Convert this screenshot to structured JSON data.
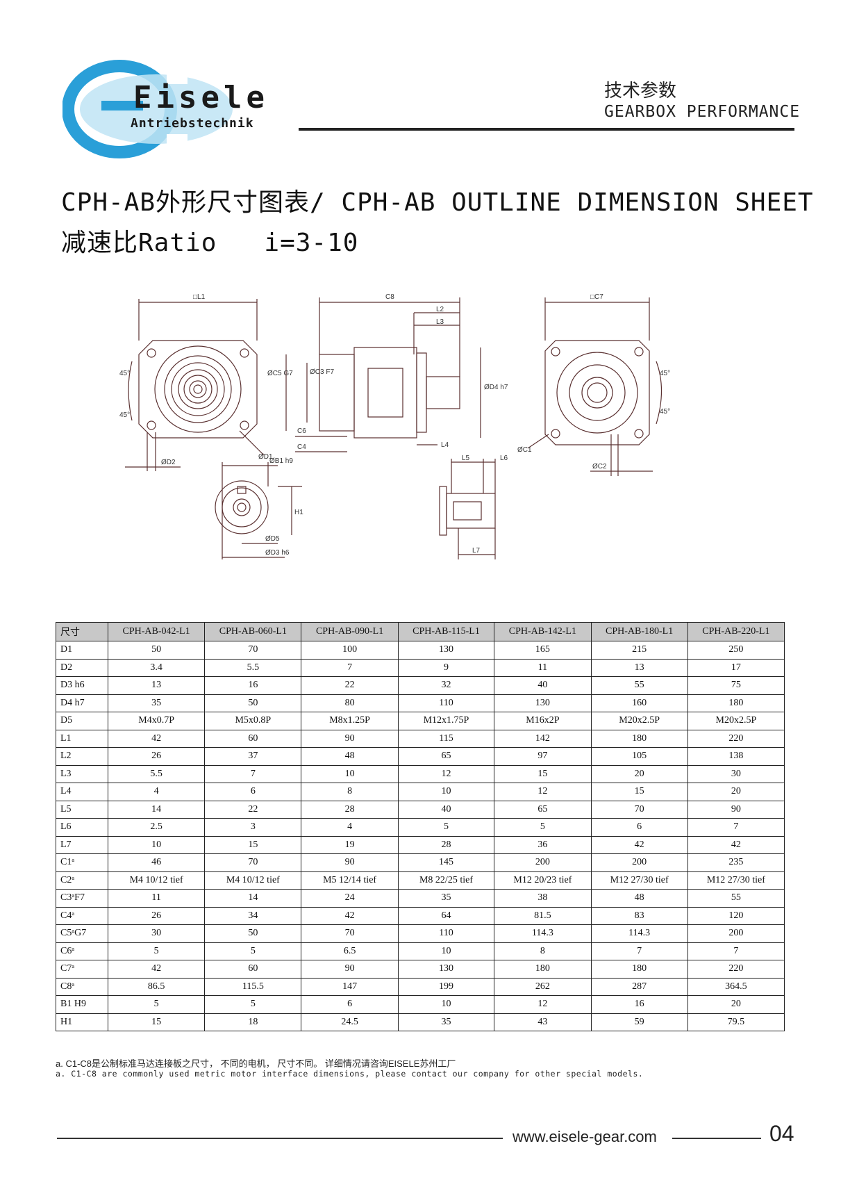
{
  "header": {
    "brand_name": "Eisele",
    "brand_sub": "Antriebstechnik",
    "section_cn": "技术参数",
    "section_en": "GEARBOX PERFORMANCE",
    "colors": {
      "logo_blue": "#2a9fd8",
      "logo_light": "#bfe4f5"
    }
  },
  "title": {
    "line1": "CPH-AB外形尺寸图表/ CPH-AB OUTLINE DIMENSION SHEET",
    "line2": "减速比Ratio   i=3-10"
  },
  "drawings": {
    "front": {
      "l1": "□L1",
      "d1": "ØD1",
      "d2": "ØD2",
      "angle_a": "45°",
      "angle_b": "45°"
    },
    "side": {
      "c8": "C8",
      "l2": "L2",
      "l3": "L3",
      "l4": "L4",
      "c6": "C6",
      "c4": "C4",
      "c5": "ØC5 G7",
      "c3": "ØC3 F7",
      "d4": "ØD4 h7"
    },
    "rear": {
      "c7": "□C7",
      "c1": "ØC1",
      "c2": "ØC2",
      "angle_a": "45°",
      "angle_b": "45°"
    },
    "shaft": {
      "b1": "ØB1 h9",
      "h1": "H1",
      "d5": "ØD5",
      "d3": "ØD3 h6"
    },
    "shaft_side": {
      "l5": "L5",
      "l6": "L6",
      "l7": "L7"
    }
  },
  "table": {
    "headers": [
      "尺寸",
      "CPH-AB-042-L1",
      "CPH-AB-060-L1",
      "CPH-AB-090-L1",
      "CPH-AB-115-L1",
      "CPH-AB-142-L1",
      "CPH-AB-180-L1",
      "CPH-AB-220-L1"
    ],
    "rows": [
      [
        "D1",
        "50",
        "70",
        "100",
        "130",
        "165",
        "215",
        "250"
      ],
      [
        "D2",
        "3.4",
        "5.5",
        "7",
        "9",
        "11",
        "13",
        "17"
      ],
      [
        "D3 h6",
        "13",
        "16",
        "22",
        "32",
        "40",
        "55",
        "75"
      ],
      [
        "D4 h7",
        "35",
        "50",
        "80",
        "110",
        "130",
        "160",
        "180"
      ],
      [
        "D5",
        "M4x0.7P",
        "M5x0.8P",
        "M8x1.25P",
        "M12x1.75P",
        "M16x2P",
        "M20x2.5P",
        "M20x2.5P"
      ],
      [
        "L1",
        "42",
        "60",
        "90",
        "115",
        "142",
        "180",
        "220"
      ],
      [
        "L2",
        "26",
        "37",
        "48",
        "65",
        "97",
        "105",
        "138"
      ],
      [
        "L3",
        "5.5",
        "7",
        "10",
        "12",
        "15",
        "20",
        "30"
      ],
      [
        "L4",
        "4",
        "6",
        "8",
        "10",
        "12",
        "15",
        "20"
      ],
      [
        "L5",
        "14",
        "22",
        "28",
        "40",
        "65",
        "70",
        "90"
      ],
      [
        "L6",
        "2.5",
        "3",
        "4",
        "5",
        "5",
        "6",
        "7"
      ],
      [
        "L7",
        "10",
        "15",
        "19",
        "28",
        "36",
        "42",
        "42"
      ],
      [
        "C1ᵃ",
        "46",
        "70",
        "90",
        "145",
        "200",
        "200",
        "235"
      ],
      [
        "C2ᵃ",
        "M4 10/12 tief",
        "M4 10/12 tief",
        "M5 12/14 tief",
        "M8 22/25 tief",
        "M12 20/23 tief",
        "M12 27/30 tief",
        "M12 27/30 tief"
      ],
      [
        "C3ᵃF7",
        "11",
        "14",
        "24",
        "35",
        "38",
        "48",
        "55"
      ],
      [
        "C4ᵃ",
        "26",
        "34",
        "42",
        "64",
        "81.5",
        "83",
        "120"
      ],
      [
        "C5ᵃG7",
        "30",
        "50",
        "70",
        "110",
        "114.3",
        "114.3",
        "200"
      ],
      [
        "C6ᵃ",
        "5",
        "5",
        "6.5",
        "10",
        "8",
        "7",
        "7"
      ],
      [
        "C7ᵃ",
        "42",
        "60",
        "90",
        "130",
        "180",
        "180",
        "220"
      ],
      [
        "C8ᵃ",
        "86.5",
        "115.5",
        "147",
        "199",
        "262",
        "287",
        "364.5"
      ],
      [
        "B1 H9",
        "5",
        "5",
        "6",
        "10",
        "12",
        "16",
        "20"
      ],
      [
        "H1",
        "15",
        "18",
        "24.5",
        "35",
        "43",
        "59",
        "79.5"
      ]
    ]
  },
  "notes": {
    "cn": "a. C1-C8是公制标准马达连接板之尺寸， 不同的电机， 尺寸不同。 详细情况请咨询EISELE苏州工厂",
    "en": "a. C1-C8 are commonly used metric motor interface dimensions, please contact our company for other special models."
  },
  "footer": {
    "url": "www.eisele-gear.com",
    "page": "04"
  }
}
